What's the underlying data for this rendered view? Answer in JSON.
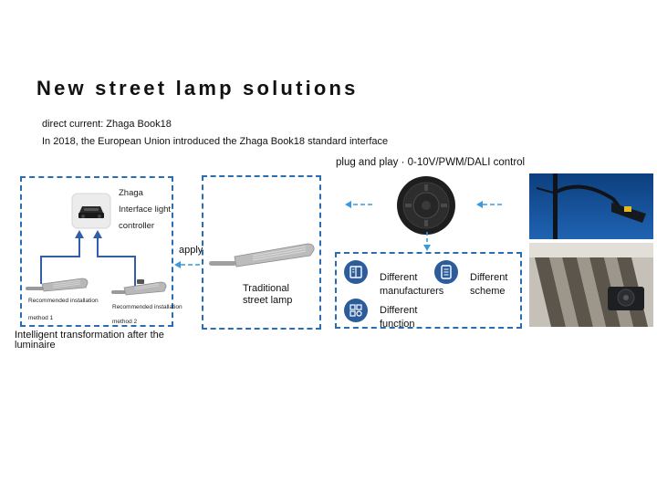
{
  "title": "New street lamp solutions",
  "subtitle_line1": "direct current:  Zhaga Book18",
  "subtitle_line2": "In 2018, the European Union introduced the Zhaga Book18 standard interface",
  "plug_and_play": "plug and play · 0-10V/PWM/DALI control",
  "left_panel": {
    "controller_label": [
      "Zhaga",
      "Interface light",
      "controller"
    ],
    "method1": [
      "Recommended installation",
      "method 1"
    ],
    "method2": [
      "Recommended installation",
      "method 2"
    ],
    "caption": [
      "Intelligent transformation after the",
      "luminaire"
    ]
  },
  "apply_label": "apply",
  "middle_panel": {
    "lamp_label": [
      "Traditional",
      "street lamp"
    ]
  },
  "right_panel": {
    "items": [
      {
        "icon": "book-icon",
        "label": [
          "Different",
          "manufacturers"
        ]
      },
      {
        "icon": "tablet-icon",
        "label": [
          "Different",
          "scheme"
        ]
      },
      {
        "icon": "grid-gear-icon",
        "label": [
          "Different",
          "function"
        ]
      }
    ]
  },
  "colors": {
    "accent": "#2a6db3",
    "arrow": "#3a9ad9",
    "icon_bg": "#2c5c9c"
  }
}
